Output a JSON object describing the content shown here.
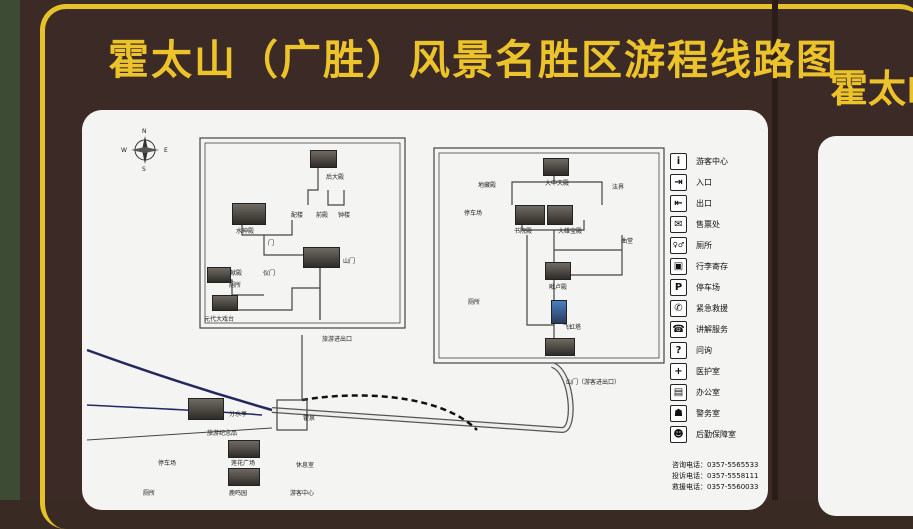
{
  "title": "霍太山（广胜）风景名胜区游程线路图",
  "title_right_partial": "霍太山",
  "compass": {
    "n": "N",
    "s": "S",
    "e": "E",
    "w": "W"
  },
  "left_site": {
    "labels": [
      "后大殿",
      "配楼",
      "前殿",
      "钟楼",
      "水神殿",
      "门",
      "献殿",
      "仪门",
      "山门",
      "厕所",
      "元代大戏台",
      "旅游进出口"
    ]
  },
  "right_site": {
    "labels": [
      "大中天殿",
      "地藏殿",
      "法界",
      "书院殿",
      "大雄宝殿",
      "曲堂",
      "毗卢殿",
      "飞虹塔",
      "停车场",
      "厕所",
      "山门（游客进出口）"
    ]
  },
  "bottom_labels": {
    "memorial": "旅游纪念品",
    "parking": "停车场",
    "toilet": "厕所",
    "square": "莲花广场",
    "rest": "休息室",
    "garden": "鹿鸣园",
    "visitor_center": "游客中心",
    "branch": "分水亭",
    "spring": "霍泉"
  },
  "legend": [
    {
      "icon": "i",
      "label": "游客中心"
    },
    {
      "icon": "⇥",
      "label": "入口"
    },
    {
      "icon": "⇤",
      "label": "出口"
    },
    {
      "icon": "✉",
      "label": "售票处"
    },
    {
      "icon": "♀♂",
      "label": "厕所"
    },
    {
      "icon": "▣",
      "label": "行李寄存"
    },
    {
      "icon": "P",
      "label": "停车场"
    },
    {
      "icon": "✆",
      "label": "紧急救援"
    },
    {
      "icon": "☎",
      "label": "讲解服务"
    },
    {
      "icon": "?",
      "label": "问询"
    },
    {
      "icon": "+",
      "label": "医护室"
    },
    {
      "icon": "▤",
      "label": "办公室"
    },
    {
      "icon": "☗",
      "label": "警务室"
    },
    {
      "icon": "☻",
      "label": "后勤保障室"
    }
  ],
  "contacts": [
    "咨询电话：0357-5565533",
    "投诉电话：0357-5558111",
    "救援电话：0357-5560033"
  ]
}
